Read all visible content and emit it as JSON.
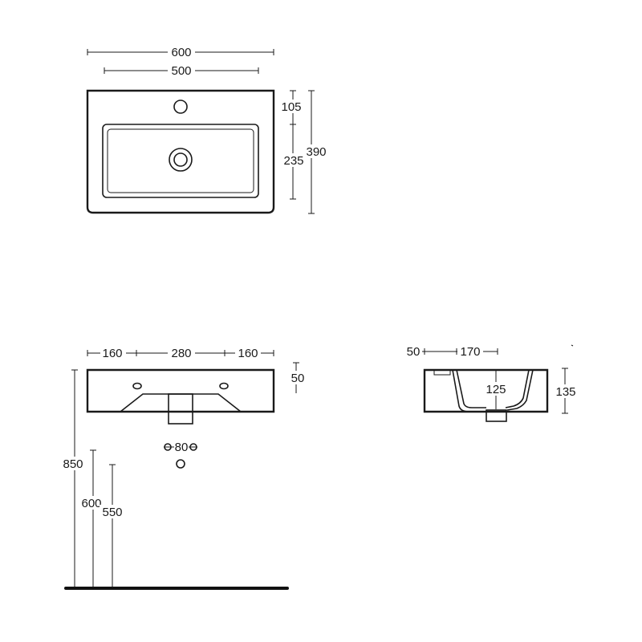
{
  "top_view": {
    "overall_width": "600",
    "bowl_width": "500",
    "front_to_bowl": "105",
    "bowl_depth": "235",
    "overall_depth": "390"
  },
  "front_view": {
    "left_segment": "160",
    "middle_segment": "280",
    "right_segment": "160",
    "basin_height": "50",
    "waste_diameter": "80",
    "mount_height": "850",
    "height_600": "600",
    "height_550": "550"
  },
  "side_view": {
    "rim": "50",
    "span": "170",
    "inner_depth": "125",
    "total_height": "135"
  }
}
